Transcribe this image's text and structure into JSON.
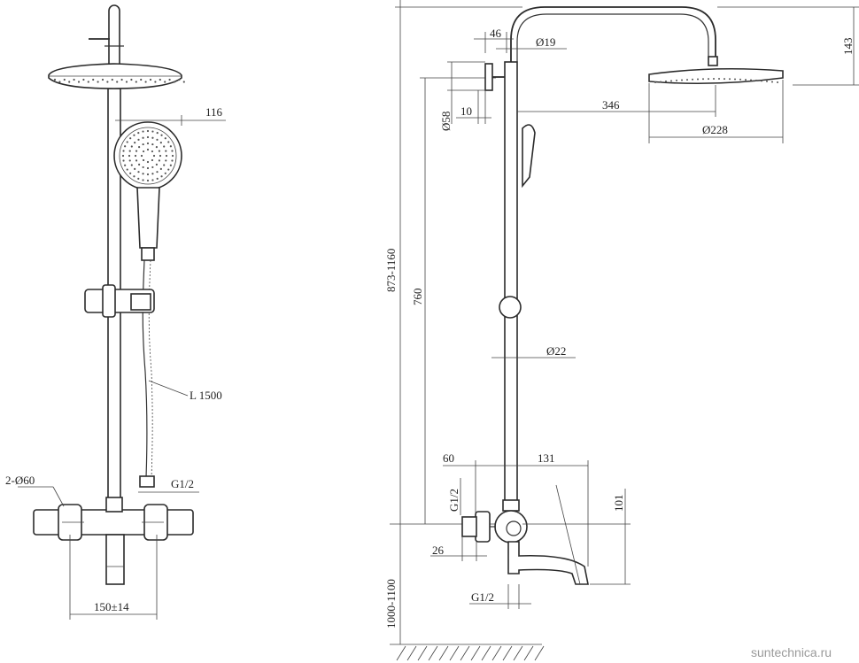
{
  "front_view": {
    "labels": {
      "hand_shower_width": "116",
      "hose_length": "L 1500",
      "inlet_thread": "G1/2",
      "mixer_inlets": "2-Ø60",
      "center_distance": "150±14"
    }
  },
  "side_view": {
    "labels": {
      "offset_46": "46",
      "pipe_top_dia": "Ø19",
      "overhead_height": "143",
      "wall_flange_dia": "Ø58",
      "flange_depth": "10",
      "arm_reach": "346",
      "head_dia": "Ø228",
      "total_height": "873-1160",
      "riser_length": "760",
      "riser_dia": "Ø22",
      "mixer_offset": "60",
      "spout_reach": "131",
      "inlet_thread": "G1/2",
      "spout_height": "101",
      "inlet_depth": "26",
      "floor_height": "1000-1100",
      "spout_thread": "G1/2"
    }
  },
  "watermark": "suntechnica.ru"
}
